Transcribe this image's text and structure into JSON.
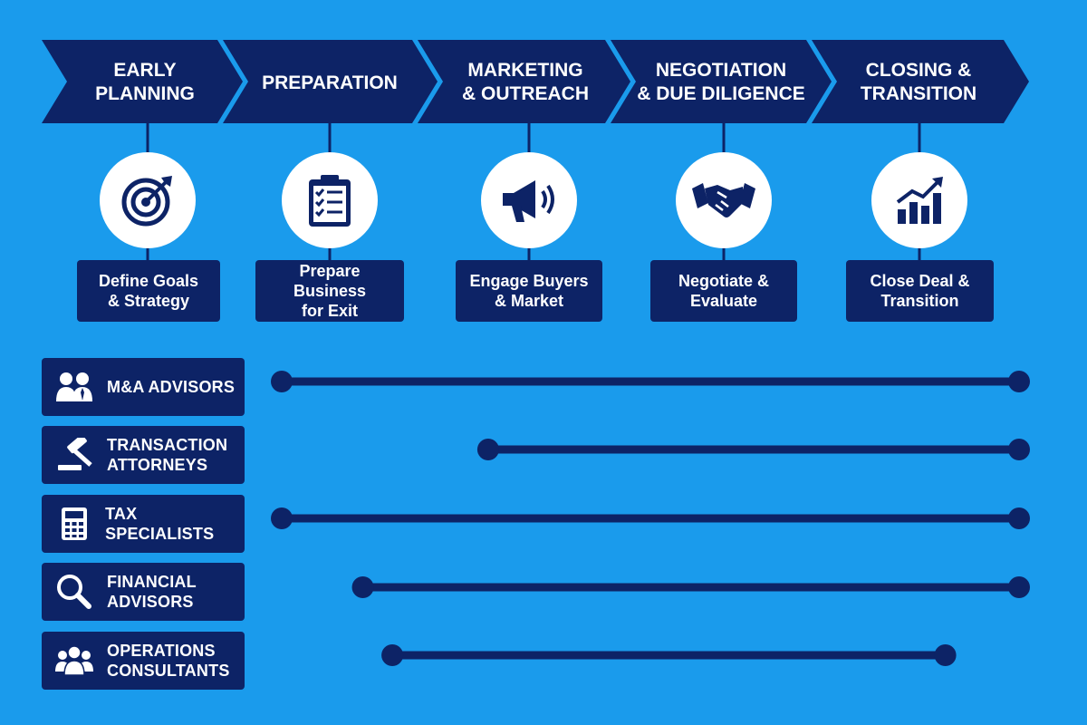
{
  "colors": {
    "background": "#1a9bec",
    "navy": "#0d2366",
    "white": "#ffffff"
  },
  "stages": [
    {
      "id": "early-planning",
      "title_lines": [
        "EARLY",
        "PLANNING"
      ],
      "icon": "target-icon",
      "description": "Define Goals\n& Strategy"
    },
    {
      "id": "preparation",
      "title_lines": [
        "PREPARATION"
      ],
      "icon": "clipboard-checklist-icon",
      "description": "Prepare Business\nfor Exit"
    },
    {
      "id": "marketing-outreach",
      "title_lines": [
        "MARKETING",
        "& OUTREACH"
      ],
      "icon": "megaphone-icon",
      "description": "Engage Buyers\n& Market"
    },
    {
      "id": "negotiation-due-diligence",
      "title_lines": [
        "NEGOTIATION",
        "& DUE DILIGENCE"
      ],
      "icon": "handshake-icon",
      "description": "Negotiate &\nEvaluate"
    },
    {
      "id": "closing-transition",
      "title_lines": [
        "CLOSING &",
        "TRANSITION"
      ],
      "icon": "growth-chart-icon",
      "description": "Close Deal &\nTransition"
    }
  ],
  "roles": [
    {
      "id": "ma-advisors",
      "label": "M&A ADVISORS",
      "icon": "people-icon",
      "start_stage": 0.0,
      "end_stage": 5.0
    },
    {
      "id": "transaction-attorneys",
      "label": "TRANSACTION\nATTORNEYS",
      "icon": "gavel-icon",
      "start_stage": 1.4,
      "end_stage": 5.0
    },
    {
      "id": "tax-specialists",
      "label": "TAX SPECIALISTS",
      "icon": "calculator-icon",
      "start_stage": 0.0,
      "end_stage": 5.0
    },
    {
      "id": "financial-advisors",
      "label": "FINANCIAL\nADVISORS",
      "icon": "magnifier-icon",
      "start_stage": 0.55,
      "end_stage": 5.0
    },
    {
      "id": "operations-consultants",
      "label": "OPERATIONS\nCONSULTANTS",
      "icon": "team-icon",
      "start_stage": 0.75,
      "end_stage": 4.5
    }
  ]
}
